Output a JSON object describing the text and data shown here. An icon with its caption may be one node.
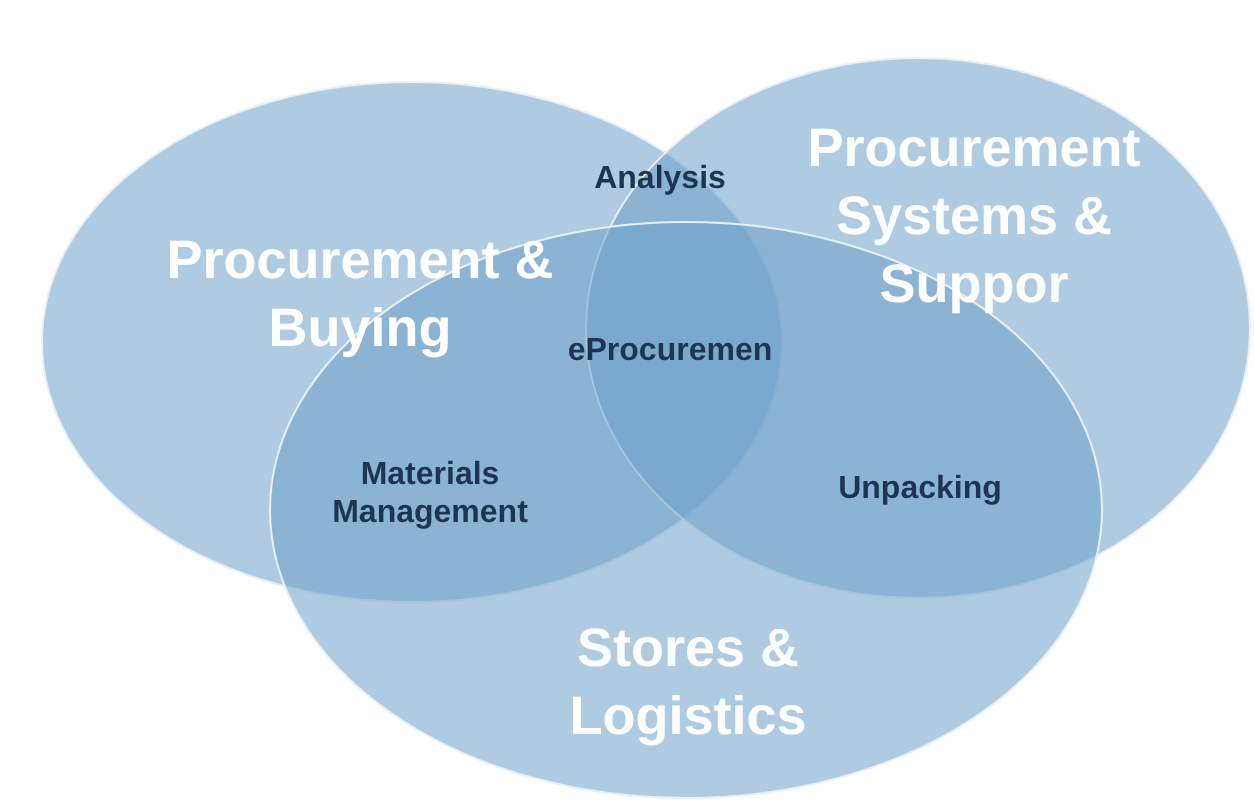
{
  "diagram": {
    "nodes": [
      {
        "text": [
          "Procurement & Buying"
        ]
      },
      {
        "text": [
          "Procurement Systems & Suppor"
        ]
      },
      {
        "text": [
          "Stores & Logistics"
        ]
      }
    ],
    "labels": [
      "Analysis",
      "eProcuremen",
      "Materials Management",
      "Unpacking"
    ]
  }
}
